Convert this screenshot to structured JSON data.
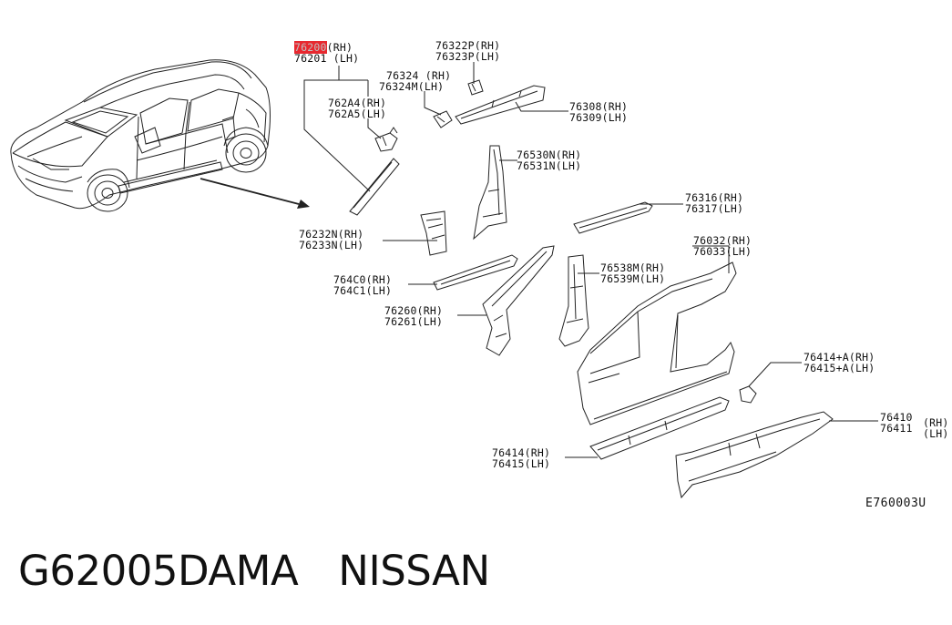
{
  "parts": {
    "p76200": {
      "rh": "76200",
      "rh_suffix": "(RH)",
      "lh": "76201 (LH)"
    },
    "p76322": {
      "rh": "76322P(RH)",
      "lh": "76323P(LH)"
    },
    "p76324": {
      "rh": "76324 (RH)",
      "lh": "76324M(LH)"
    },
    "p76308": {
      "rh": "76308(RH)",
      "lh": "76309(LH)"
    },
    "p762A4": {
      "rh": "762A4(RH)",
      "lh": "762A5(LH)"
    },
    "p76530": {
      "rh": "76530N(RH)",
      "lh": "76531N(LH)"
    },
    "p76316": {
      "rh": "76316(RH)",
      "lh": "76317(LH)"
    },
    "p76232": {
      "rh": "76232N(RH)",
      "lh": "76233N(LH)"
    },
    "p76032": {
      "rh": "76032(RH)",
      "lh": "76033(LH)"
    },
    "p76538": {
      "rh": "76538M(RH)",
      "lh": "76539M(LH)"
    },
    "p764C0": {
      "rh": "764C0(RH)",
      "lh": "764C1(LH)"
    },
    "p76260": {
      "rh": "76260(RH)",
      "lh": "76261(LH)"
    },
    "p76414A": {
      "rh": "76414+A(RH)",
      "lh": "76415+A(LH)"
    },
    "p76410": {
      "rh": "76410",
      "lh": "76411",
      "rh_side": "(RH)",
      "lh_side": "(LH)"
    },
    "p76414": {
      "rh": "76414(RH)",
      "lh": "76415(LH)"
    }
  },
  "diagram_code": "E760003U",
  "footer": {
    "part_number": "G62005DAMA",
    "brand": "NISSAN"
  },
  "colors": {
    "highlight": "#e8282f",
    "line": "#222222"
  }
}
